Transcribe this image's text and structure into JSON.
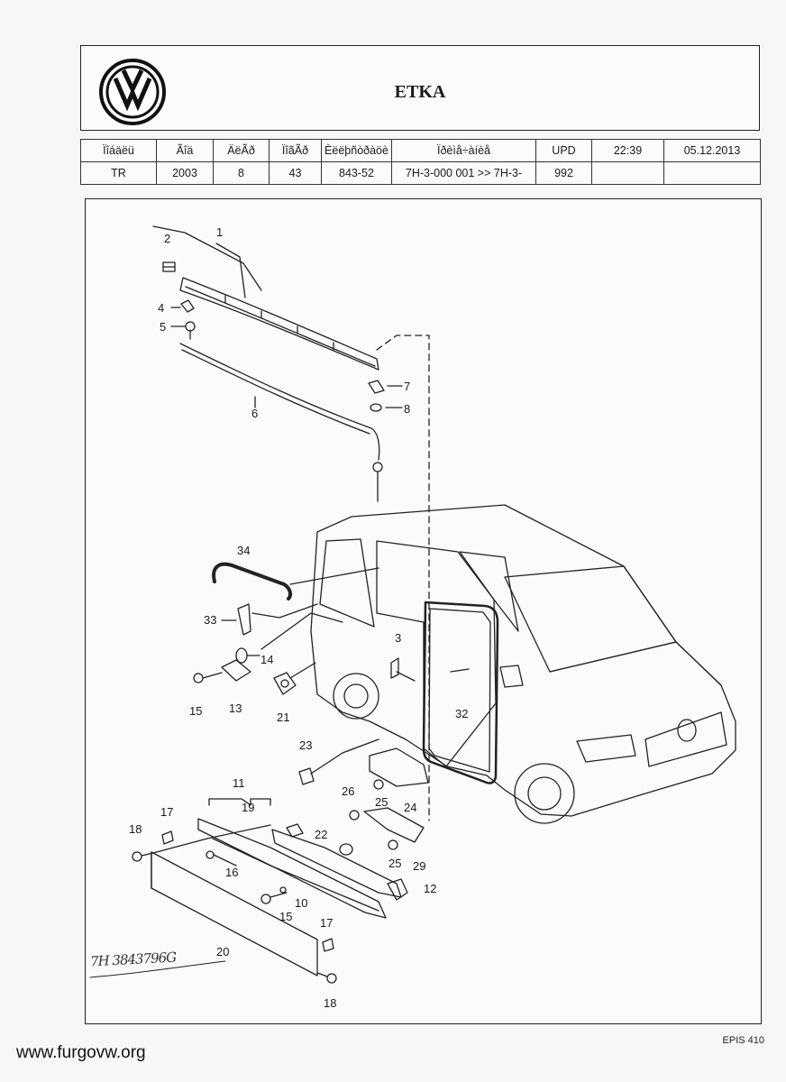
{
  "header": {
    "logo_text": "VW",
    "title": "ETKA"
  },
  "info_table": {
    "headers": [
      "Ïîáäëü",
      "Ãîä",
      "ÄëÃð",
      "ÏîãÃð",
      "Èëëþñòðàöè",
      "Ïðèìå÷àíèå",
      "UPD"
    ],
    "values": [
      "TR",
      "2003",
      "8",
      "43",
      "843-52",
      "7H-3-000 001 >> 7H-3-",
      "992"
    ],
    "time": "22:39",
    "date": "05.12.2013"
  },
  "diagram": {
    "callouts": [
      "1",
      "2",
      "3",
      "4",
      "5",
      "6",
      "7",
      "8",
      "10",
      "11",
      "12",
      "13",
      "14",
      "15",
      "16",
      "17",
      "18",
      "19",
      "20",
      "21",
      "22",
      "23",
      "24",
      "25",
      "26",
      "29",
      "32",
      "33",
      "34"
    ]
  },
  "annotations": {
    "handwritten_part_no": "7H 3843796G",
    "website": "www.furgovw.org",
    "footer_code": "EPIS 410"
  }
}
